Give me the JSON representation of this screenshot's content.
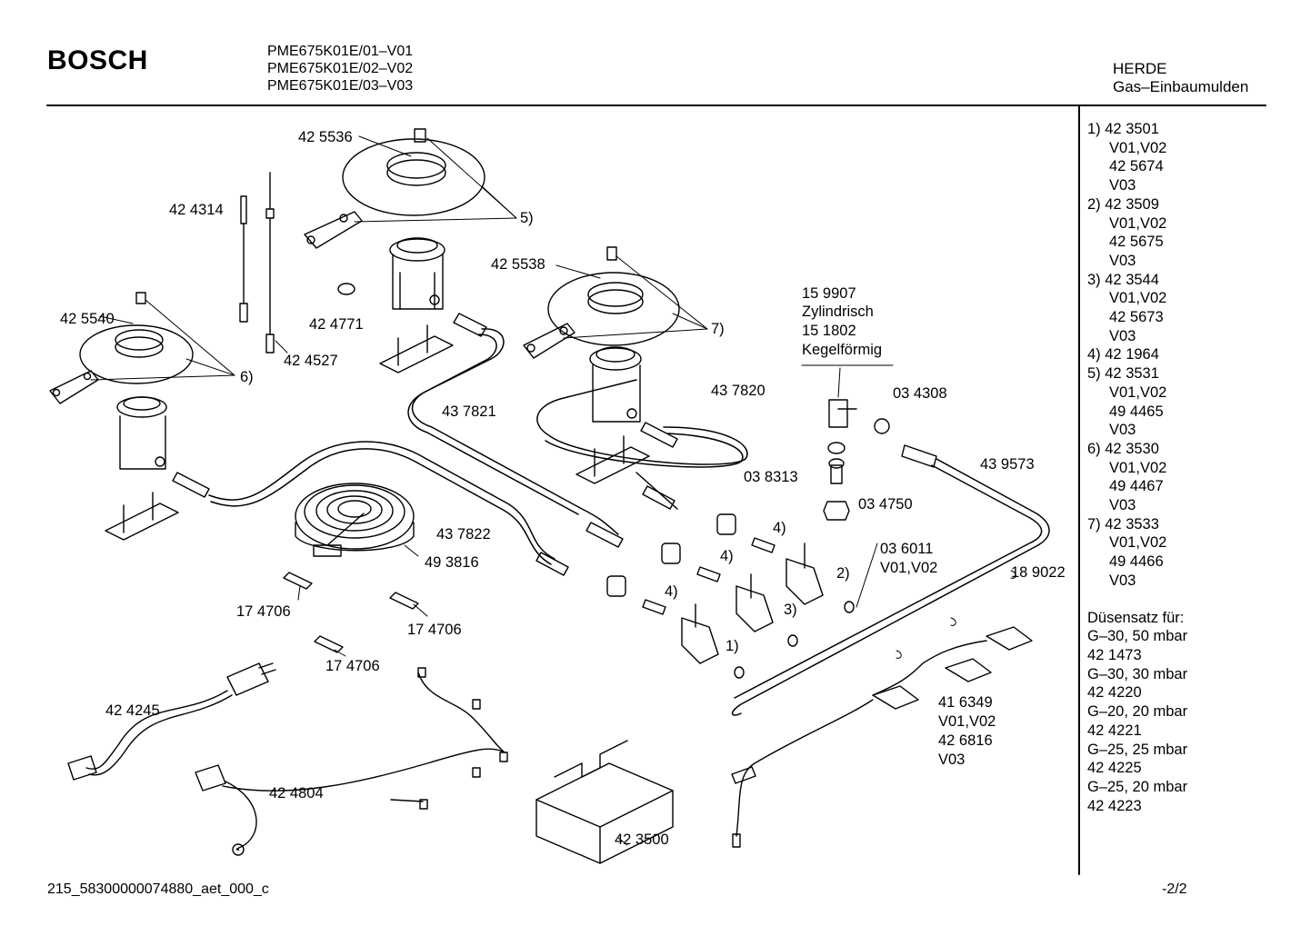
{
  "header": {
    "brand": "BOSCH",
    "models": [
      "PME675K01E/01–V01",
      "PME675K01E/02–V02",
      "PME675K01E/03–V03"
    ],
    "category": "HERDE",
    "subcategory": "Gas–Einbaumulden"
  },
  "labels": {
    "p425536": "42 5536",
    "p424314": "42 4314",
    "ref5": "5)",
    "p424771": "42 4771",
    "p424527": "42 4527",
    "p425540": "42 5540",
    "ref6": "6)",
    "p425538": "42 5538",
    "ref7": "7)",
    "p437821": "43 7821",
    "p437820": "43 7820",
    "p159907": "15 9907",
    "zylindrisch": "Zylindrisch",
    "p151802": "15 1802",
    "kegelformig": "Kegelförmig",
    "p034308": "03 4308",
    "p038313": "03 8313",
    "p034750": "03 4750",
    "p439573": "43 9573",
    "p437822": "43 7822",
    "p493816": "49 3816",
    "ref4a": "4)",
    "ref4b": "4)",
    "ref4c": "4)",
    "ref2": "2)",
    "ref3": "3)",
    "ref1": "1)",
    "p036011": "03 6011",
    "p036011v": "V01,V02",
    "p189022": "18 9022",
    "p174706a": "17 4706",
    "p174706b": "17 4706",
    "p174706c": "17 4706",
    "p424245": "42 4245",
    "p424804": "42 4804",
    "p423500": "42 3500",
    "p416349": "41 6349",
    "p416349v": "V01,V02",
    "p426816": "42 6816",
    "p426816v": "V03"
  },
  "sidebar": [
    {
      "text": "1)  42 3501",
      "indent": false
    },
    {
      "text": "V01,V02",
      "indent": true
    },
    {
      "text": "42 5674",
      "indent": true
    },
    {
      "text": "V03",
      "indent": true
    },
    {
      "text": "2)  42 3509",
      "indent": false
    },
    {
      "text": "V01,V02",
      "indent": true
    },
    {
      "text": "42 5675",
      "indent": true
    },
    {
      "text": "V03",
      "indent": true
    },
    {
      "text": "3)  42 3544",
      "indent": false
    },
    {
      "text": "V01,V02",
      "indent": true
    },
    {
      "text": "42 5673",
      "indent": true
    },
    {
      "text": "V03",
      "indent": true
    },
    {
      "text": "4)  42 1964",
      "indent": false
    },
    {
      "text": "5)  42 3531",
      "indent": false
    },
    {
      "text": "V01,V02",
      "indent": true
    },
    {
      "text": "49 4465",
      "indent": true
    },
    {
      "text": "V03",
      "indent": true
    },
    {
      "text": "6)  42 3530",
      "indent": false
    },
    {
      "text": "V01,V02",
      "indent": true
    },
    {
      "text": "49 4467",
      "indent": true
    },
    {
      "text": "V03",
      "indent": true
    },
    {
      "text": "7)  42 3533",
      "indent": false
    },
    {
      "text": "V01,V02",
      "indent": true
    },
    {
      "text": "49 4466",
      "indent": true
    },
    {
      "text": "V03",
      "indent": true
    }
  ],
  "nozzles": {
    "title": "Düsensatz für:",
    "items": [
      "G–30, 50 mbar",
      "42 1473",
      "G–30, 30 mbar",
      "42 4220",
      "G–20, 20 mbar",
      "42 4221",
      "G–25, 25 mbar",
      "42 4225",
      "G–25, 20 mbar",
      "42 4223"
    ]
  },
  "footer": {
    "docid": "215_58300000074880_aet_000_c",
    "page": "-2/2"
  }
}
